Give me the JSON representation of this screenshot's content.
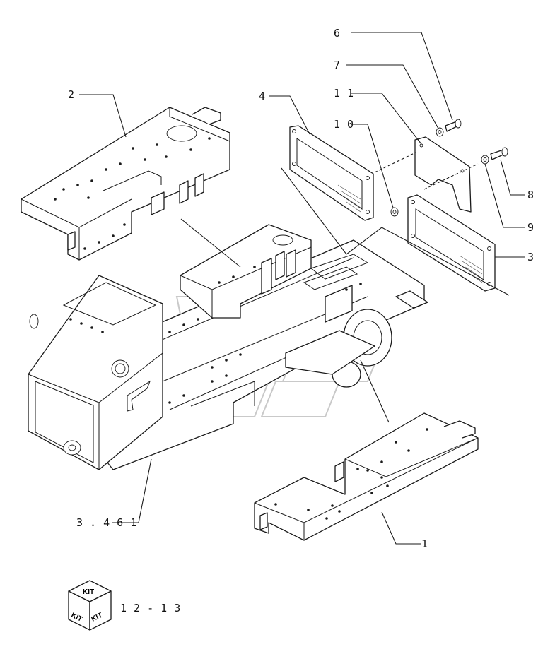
{
  "callouts": [
    {
      "id": "c6",
      "text": "6"
    },
    {
      "id": "c7",
      "text": "7"
    },
    {
      "id": "c2",
      "text": "2"
    },
    {
      "id": "c4",
      "text": "4"
    },
    {
      "id": "c11",
      "text": "1 1"
    },
    {
      "id": "c10",
      "text": "1 0"
    },
    {
      "id": "c8",
      "text": "8"
    },
    {
      "id": "c9",
      "text": "9"
    },
    {
      "id": "c3",
      "text": "3"
    },
    {
      "id": "c1",
      "text": "1"
    },
    {
      "id": "c3461",
      "text": "3 . 4 6 1"
    }
  ],
  "kit": {
    "top_label": "KIT",
    "left_label": "KIT",
    "right_label": "KIT",
    "reference": "1 2 - 1 3"
  }
}
